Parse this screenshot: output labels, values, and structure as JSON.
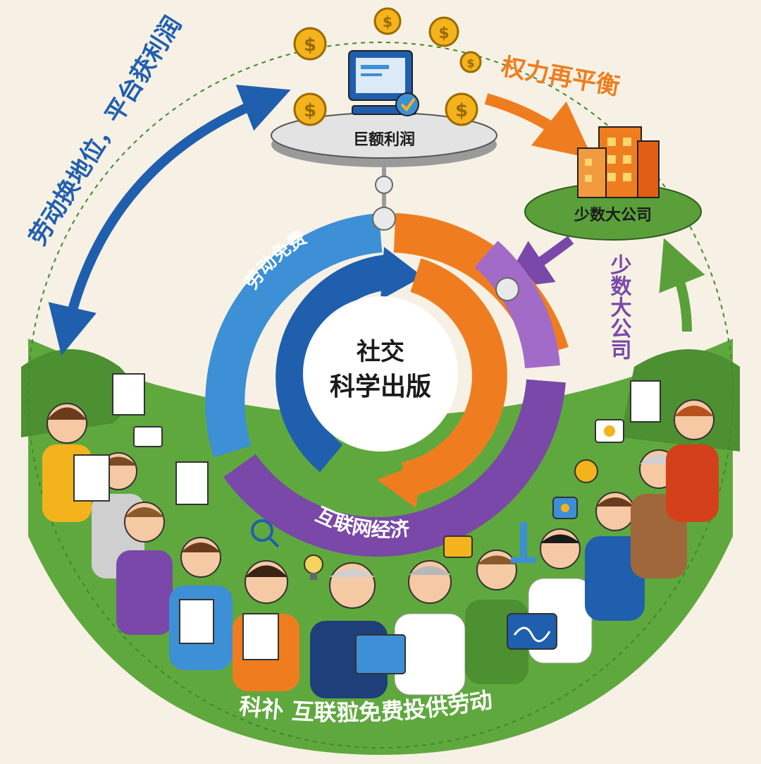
{
  "center": {
    "line1": "社交",
    "line2": "科学出版"
  },
  "top_platform": {
    "label": "巨额利润"
  },
  "right_platform": {
    "label": "少数大公司"
  },
  "ring_labels": {
    "free_labor": "劳动免费",
    "internet_economy": "互联网经济"
  },
  "outer_labels": {
    "labor_shift": "劳动换地位，平台获利润",
    "power_rebalance": "权力再平衡",
    "few_companies_vertical": "少数大公司",
    "bottom_banner": "科䃼 互联翋免费投供劳动"
  },
  "colors": {
    "blue": "#1f5fae",
    "light_blue": "#3d8fd6",
    "orange": "#ef7d1f",
    "purple": "#7a48a8",
    "green": "#5b9f3a",
    "dark_green": "#3f8a2c",
    "gold": "#f4b31c",
    "background": "#f6f1e4"
  }
}
